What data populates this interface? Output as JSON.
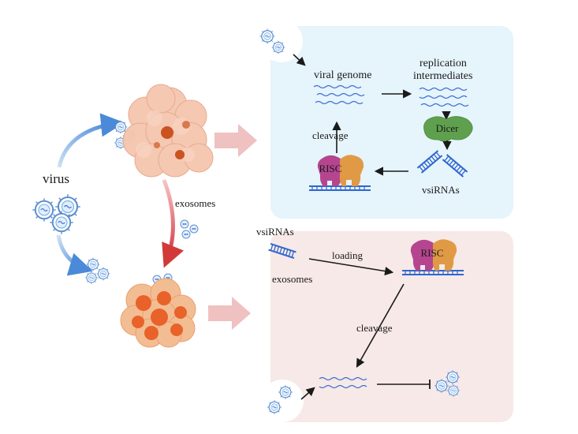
{
  "labels": {
    "virus": "virus",
    "exosomes_left": "exosomes",
    "viral_genome": "viral genome",
    "replication_line1": "replication",
    "replication_line2": "intermediates",
    "dicer": "Dicer",
    "cleavage_top": "cleavage",
    "risc_top": "RISC",
    "vsirnas_top": "vsiRNAs",
    "vsirnas_bottom": "vsiRNAs",
    "exosomes_bottom": "exosomes",
    "loading": "loading",
    "risc_bottom": "RISC",
    "cleavage_bottom": "cleavage"
  },
  "colors": {
    "top_panel": "#e6f4fb",
    "bottom_panel": "#f7e9e7",
    "rna_blue": "#3b6fd6",
    "dicer_green": "#5fa04e",
    "risc_magenta": "#b5458f",
    "risc_orange": "#e09a45",
    "infected_cell": "#f2b89c",
    "infected_nucleus": "#c9541f",
    "recipient_cell": "#f0ae7e",
    "recipient_nucleus": "#e8622a",
    "big_arrow": "#efc1c1",
    "blue_arrow": "#4a8ad8",
    "red_arrow": "#d23a3a"
  }
}
